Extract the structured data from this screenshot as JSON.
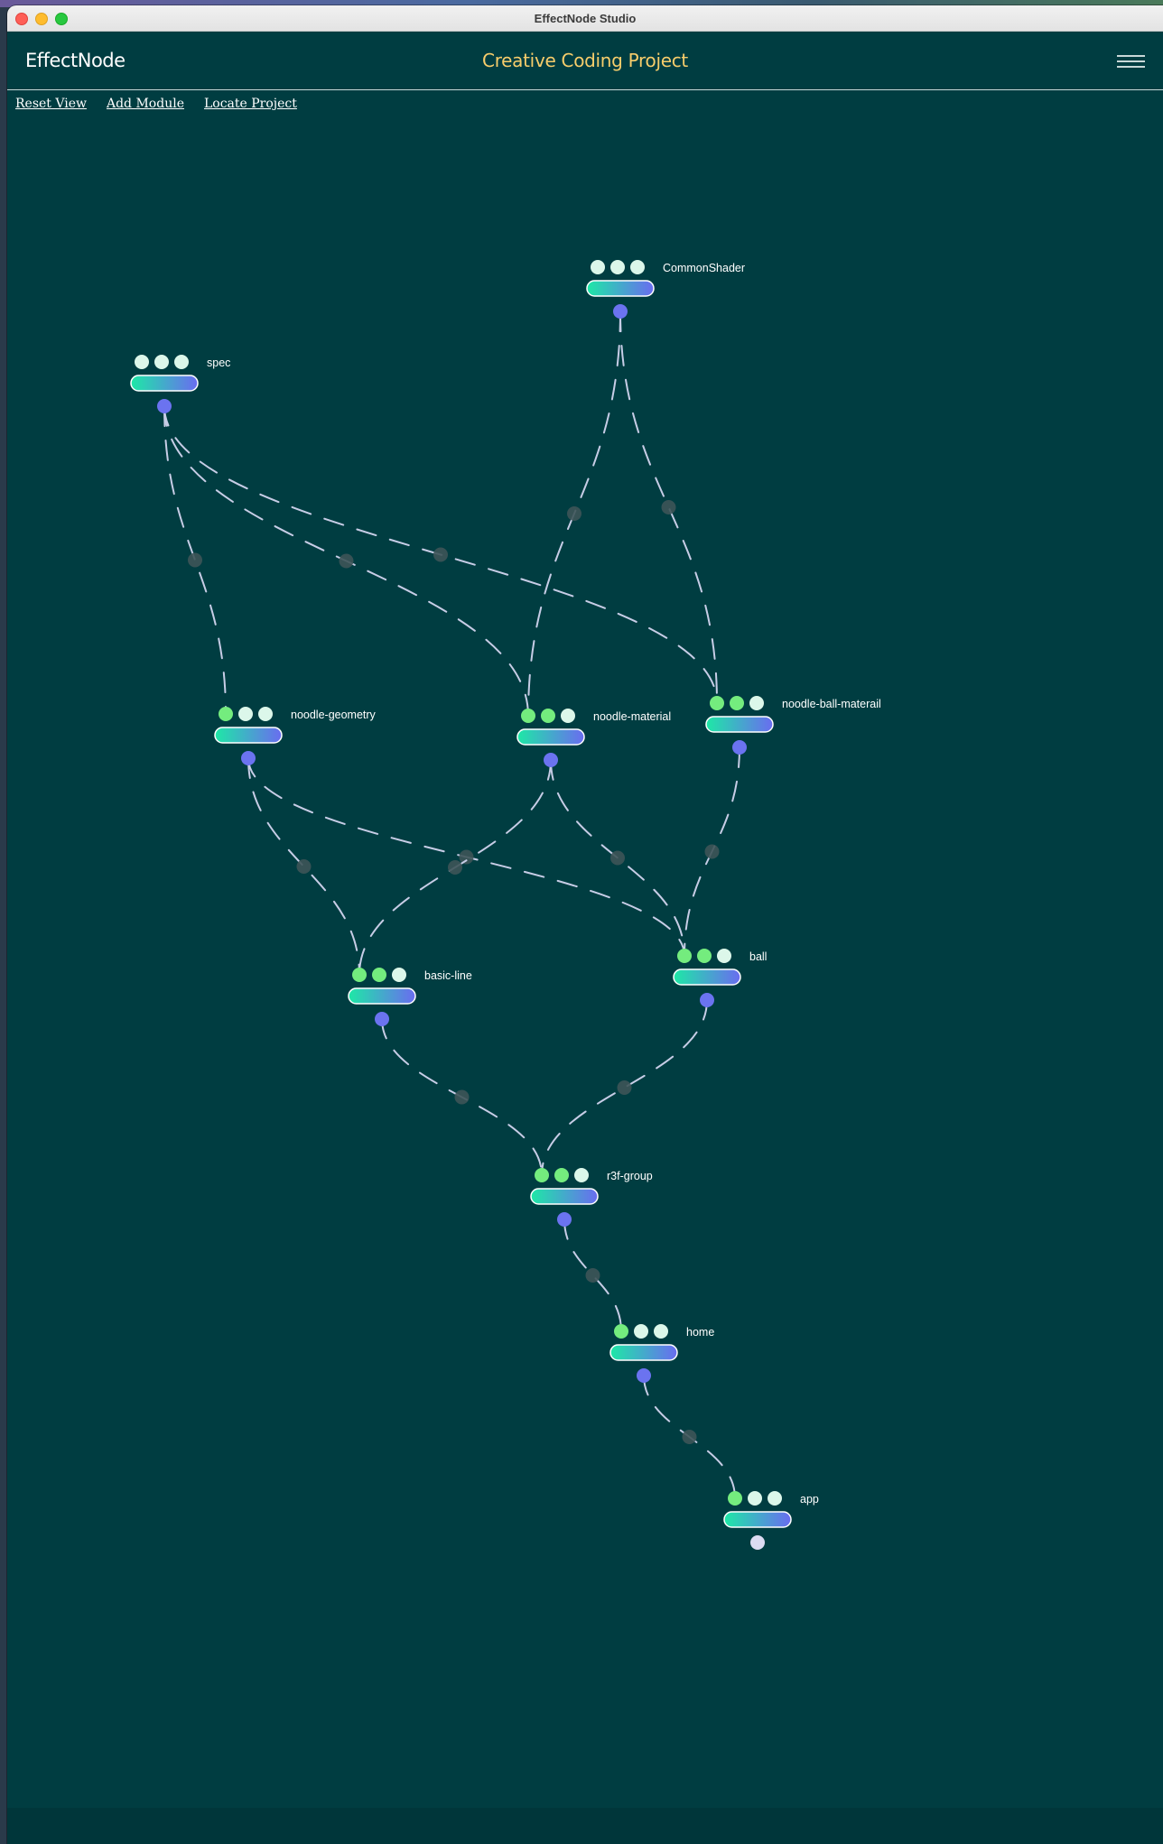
{
  "window": {
    "title": "EffectNode Studio"
  },
  "appbar": {
    "brand": "EffectNode",
    "project_title": "Creative Coding Project"
  },
  "toolbar": {
    "reset_view": "Reset View",
    "add_module": "Add Module",
    "locate_project": "Locate Project"
  },
  "colors": {
    "background": "#003d41",
    "accent_title": "#f7cd6b",
    "dot_active": "#74ec7e",
    "dot_inactive": "#dcf7ea",
    "bar_gradient_start": "#1ee8a6",
    "bar_gradient_end": "#6a6cf0",
    "output_socket": "#6b73f0",
    "output_socket_final": "#dcdcf2",
    "edge": "#c7cde6",
    "edge_midpoint": "#3d5458"
  },
  "nodes": [
    {
      "id": "CommonShader",
      "label": "CommonShader",
      "dots": [
        false,
        false,
        false
      ]
    },
    {
      "id": "spec",
      "label": "spec",
      "dots": [
        false,
        false,
        false
      ]
    },
    {
      "id": "noodle-geometry",
      "label": "noodle-geometry",
      "dots": [
        true,
        false,
        false
      ]
    },
    {
      "id": "noodle-material",
      "label": "noodle-material",
      "dots": [
        true,
        true,
        false
      ]
    },
    {
      "id": "noodle-ball-materail",
      "label": "noodle-ball-materail",
      "dots": [
        true,
        true,
        false
      ]
    },
    {
      "id": "basic-line",
      "label": "basic-line",
      "dots": [
        true,
        true,
        false
      ]
    },
    {
      "id": "ball",
      "label": "ball",
      "dots": [
        true,
        true,
        false
      ]
    },
    {
      "id": "r3f-group",
      "label": "r3f-group",
      "dots": [
        true,
        true,
        false
      ]
    },
    {
      "id": "home",
      "label": "home",
      "dots": [
        true,
        false,
        false
      ]
    },
    {
      "id": "app",
      "label": "app",
      "dots": [
        true,
        false,
        false
      ]
    }
  ],
  "edges": [
    {
      "from": "spec",
      "to": "noodle-geometry"
    },
    {
      "from": "spec",
      "to": "noodle-material"
    },
    {
      "from": "spec",
      "to": "noodle-ball-materail"
    },
    {
      "from": "CommonShader",
      "to": "noodle-material"
    },
    {
      "from": "CommonShader",
      "to": "noodle-ball-materail"
    },
    {
      "from": "noodle-geometry",
      "to": "basic-line"
    },
    {
      "from": "noodle-geometry",
      "to": "ball"
    },
    {
      "from": "noodle-material",
      "to": "basic-line"
    },
    {
      "from": "noodle-material",
      "to": "ball"
    },
    {
      "from": "noodle-ball-materail",
      "to": "ball"
    },
    {
      "from": "basic-line",
      "to": "r3f-group"
    },
    {
      "from": "ball",
      "to": "r3f-group"
    },
    {
      "from": "r3f-group",
      "to": "home"
    },
    {
      "from": "home",
      "to": "app"
    }
  ]
}
